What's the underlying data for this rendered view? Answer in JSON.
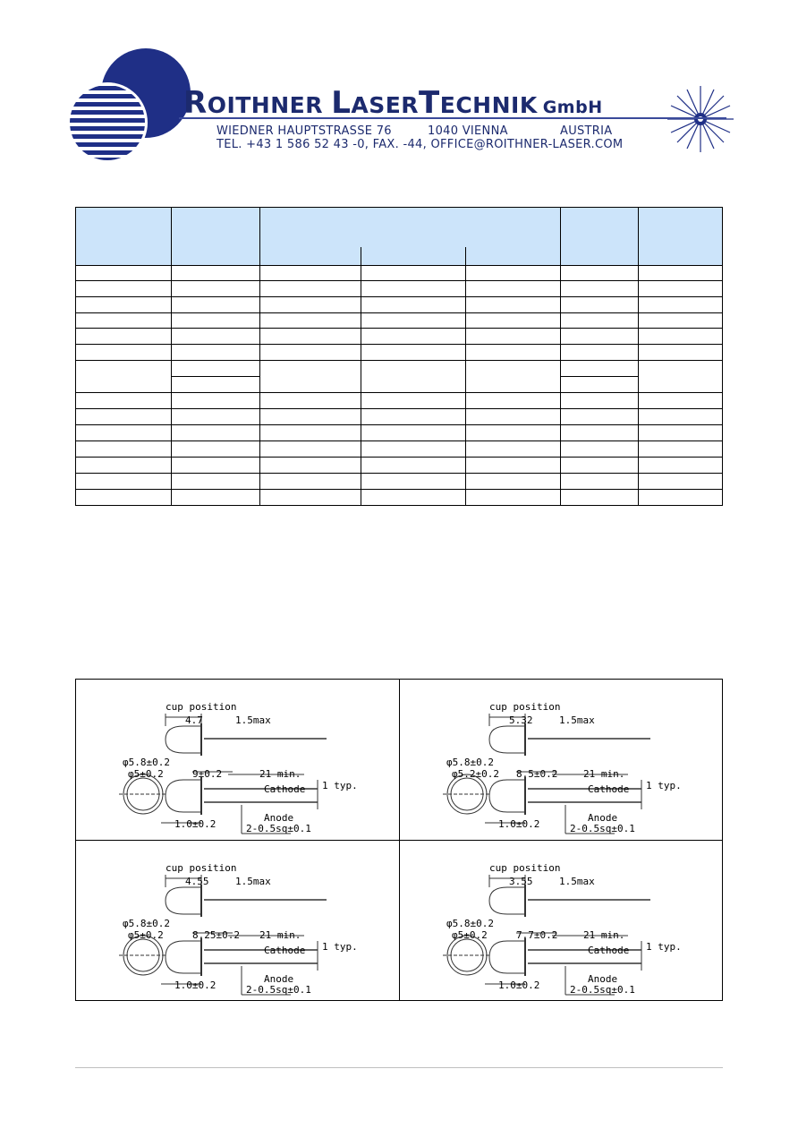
{
  "header": {
    "company": {
      "part1": "R",
      "part2": "OITHNER ",
      "part3": "L",
      "part4": "ASER",
      "part5": "T",
      "part6": "ECHNIK",
      "gmbh": "GmbH"
    },
    "address_street": "WIEDNER HAUPTSTRASSE 76",
    "address_city": "1040 VIENNA",
    "address_country": "AUSTRIA",
    "contact": "TEL. +43 1 586 52 43 -0, FAX. -44, OFFICE@ROITHNER-LASER.COM"
  },
  "drawings": [
    {
      "cup_label": "cup position",
      "cup_value": "4.7",
      "max_label": "1.5max",
      "outer_dia": "φ5.8±0.2",
      "inner_dia": "φ5±0.2",
      "body_len": "9±0.2",
      "lead_len": "21 min.",
      "cathode": "Cathode",
      "typ": "1 typ.",
      "pitch": "1.0±0.2",
      "anode": "Anode",
      "sq": "2-0.5sq±0.1"
    },
    {
      "cup_label": "cup position",
      "cup_value": "5.32",
      "max_label": "1.5max",
      "outer_dia": "φ5.8±0.2",
      "inner_dia": "φ5.2±0.2",
      "body_len": "8.5±0.2",
      "lead_len": "21 min.",
      "cathode": "Cathode",
      "typ": "1 typ.",
      "pitch": "1.0±0.2",
      "anode": "Anode",
      "sq": "2-0.5sq±0.1"
    },
    {
      "cup_label": "cup position",
      "cup_value": "4.55",
      "max_label": "1.5max",
      "outer_dia": "φ5.8±0.2",
      "inner_dia": "φ5±0.2",
      "body_len": "8.25±0.2",
      "lead_len": "21 min.",
      "cathode": "Cathode",
      "typ": "1 typ.",
      "pitch": "1.0±0.2",
      "anode": "Anode",
      "sq": "2-0.5sq±0.1"
    },
    {
      "cup_label": "cup position",
      "cup_value": "3.55",
      "max_label": "1.5max",
      "outer_dia": "φ5.8±0.2",
      "inner_dia": "φ5±0.2",
      "body_len": "7.7±0.2",
      "lead_len": "21 min.",
      "cathode": "Cathode",
      "typ": "1 typ.",
      "pitch": "1.0±0.2",
      "anode": "Anode",
      "sq": "2-0.5sq±0.1"
    }
  ]
}
